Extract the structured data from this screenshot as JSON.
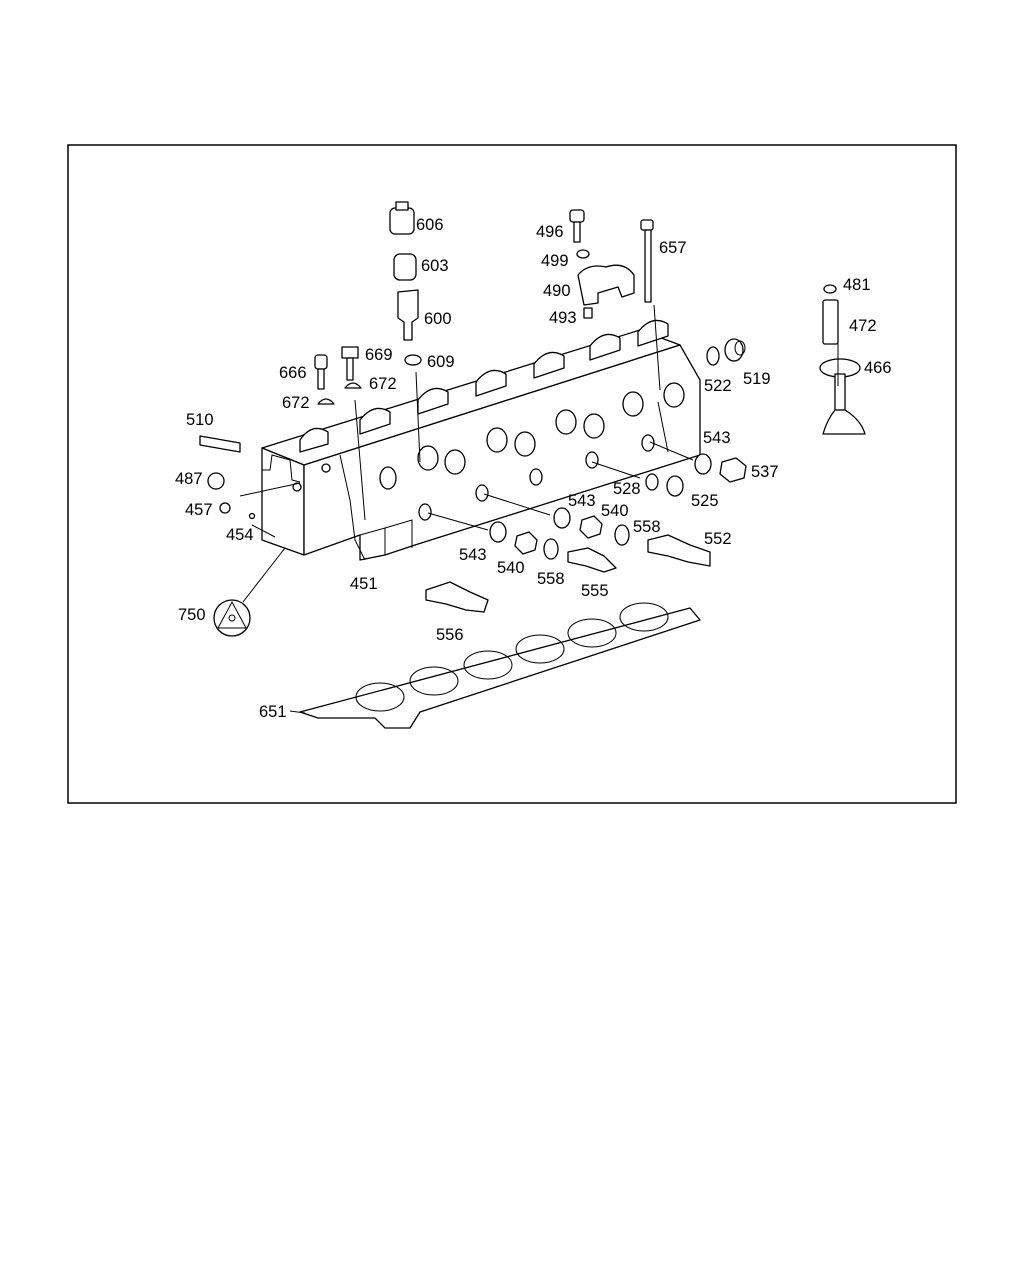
{
  "labels": {
    "l451": "451",
    "l454": "454",
    "l457": "457",
    "l466": "466",
    "l472": "472",
    "l481": "481",
    "l487": "487",
    "l490": "490",
    "l493": "493",
    "l496": "496",
    "l499": "499",
    "l510": "510",
    "l519": "519",
    "l522": "522",
    "l525": "525",
    "l528": "528",
    "l537": "537",
    "l540a": "540",
    "l540b": "540",
    "l543a": "543",
    "l543b": "543",
    "l543c": "543",
    "l552": "552",
    "l555": "555",
    "l556": "556",
    "l558a": "558",
    "l558b": "558",
    "l600": "600",
    "l603": "603",
    "l606": "606",
    "l609": "609",
    "l651": "651",
    "l657": "657",
    "l666": "666",
    "l669": "669",
    "l672a": "672",
    "l672b": "672",
    "l750": "750"
  }
}
